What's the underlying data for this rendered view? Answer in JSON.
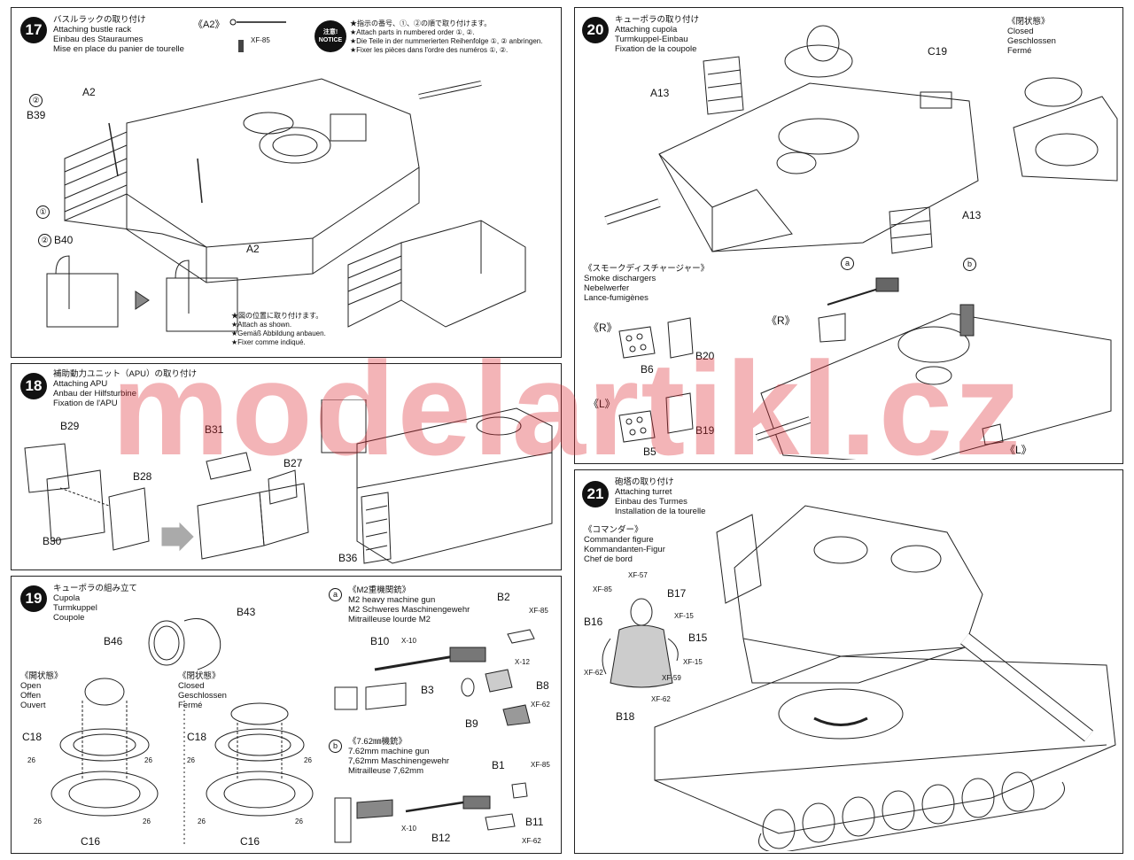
{
  "watermark": "modelartikl.cz",
  "colors": {
    "accent": "#111111",
    "watermark": "#dc2832"
  },
  "step17": {
    "number": "17",
    "title": [
      "バスルラックの取り付け",
      "Attaching bustle rack",
      "Einbau des Stauraumes",
      "Mise en place du panier de tourelle"
    ],
    "inset_label": "《A2》",
    "paint": "XF-85",
    "notice_badge": [
      "注意!",
      "NOTICE"
    ],
    "notice_lines": [
      "★指示の番号、①、②の順で取り付けます。",
      "★Attach parts in numbered order ①, ②.",
      "★Die Teile in der nummerierten Reihenfolge ①, ② anbringen.",
      "★Fixer les pièces dans l'ordre des numéros ①, ②."
    ],
    "parts": [
      "②",
      "B39",
      "A2",
      "①",
      "②",
      "B40",
      "A2"
    ],
    "attach_note": [
      "★図の位置に取り付けます。",
      "★Attach as shown.",
      "★Gemäß Abbildung anbauen.",
      "★Fixer comme indiqué."
    ]
  },
  "step18": {
    "number": "18",
    "title": [
      "補助動力ユニット（APU）の取り付け",
      "Attaching APU",
      "Anbau der Hilfsturbine",
      "Fixation de l'APU"
    ],
    "parts": [
      "B29",
      "B31",
      "B27",
      "B28",
      "B30",
      "B36"
    ]
  },
  "step19": {
    "number": "19",
    "title": [
      "キューポラの組み立て",
      "Cupola",
      "Turmkuppel",
      "Coupole"
    ],
    "parts": [
      "B43",
      "B46",
      "C18",
      "C16",
      "C18",
      "C16"
    ],
    "open": [
      "《開状態》",
      "Open",
      "Offen",
      "Ouvert"
    ],
    "closed": [
      "《閉状態》",
      "Closed",
      "Geschlossen",
      "Fermé"
    ],
    "n26": "26",
    "gun_a": {
      "letter": "a",
      "title": [
        "《M2重機関銃》",
        "M2 heavy machine gun",
        "M2 Schweres Maschinengewehr",
        "Mitrailleuse lourde M2"
      ],
      "parts": [
        "B2",
        "B10",
        "B3",
        "B8",
        "B9"
      ],
      "paints": [
        "XF-85",
        "X-10",
        "X-12",
        "XF-62"
      ]
    },
    "gun_b": {
      "letter": "b",
      "title": [
        "《7.62㎜機銃》",
        "7.62mm machine gun",
        "7,62mm Maschinengewehr",
        "Mitrailleuse 7,62mm"
      ],
      "parts": [
        "B1",
        "B11",
        "B12"
      ],
      "paints": [
        "XF-85",
        "X-10",
        "XF-62"
      ]
    }
  },
  "step20": {
    "number": "20",
    "title": [
      "キューポラの取り付け",
      "Attaching cupola",
      "Turmkuppel-Einbau",
      "Fixation de la coupole"
    ],
    "parts": [
      "C19",
      "A13",
      "A13"
    ],
    "closed": [
      "《閉状態》",
      "Closed",
      "Geschlossen",
      "Fermé"
    ],
    "smoke": [
      "《スモークディスチャージャー》",
      "Smoke dischargers",
      "Nebelwerfer",
      "Lance-fumigènes"
    ],
    "R": "《R》",
    "L": "《L》",
    "smoke_parts": [
      "B6",
      "B20",
      "B5",
      "B19"
    ],
    "letters": [
      "a",
      "b"
    ]
  },
  "step21": {
    "number": "21",
    "title": [
      "砲塔の取り付け",
      "Attaching turret",
      "Einbau des Turmes",
      "Installation de la tourelle"
    ],
    "commander": [
      "《コマンダー》",
      "Commander figure",
      "Kommandanten-Figur",
      "Chef de bord"
    ],
    "parts": [
      "B16",
      "B17",
      "B15",
      "B18"
    ],
    "paints": [
      "XF-57",
      "XF-85",
      "XF-15",
      "XF-15",
      "XF-59",
      "XF-62",
      "XF-62"
    ]
  }
}
